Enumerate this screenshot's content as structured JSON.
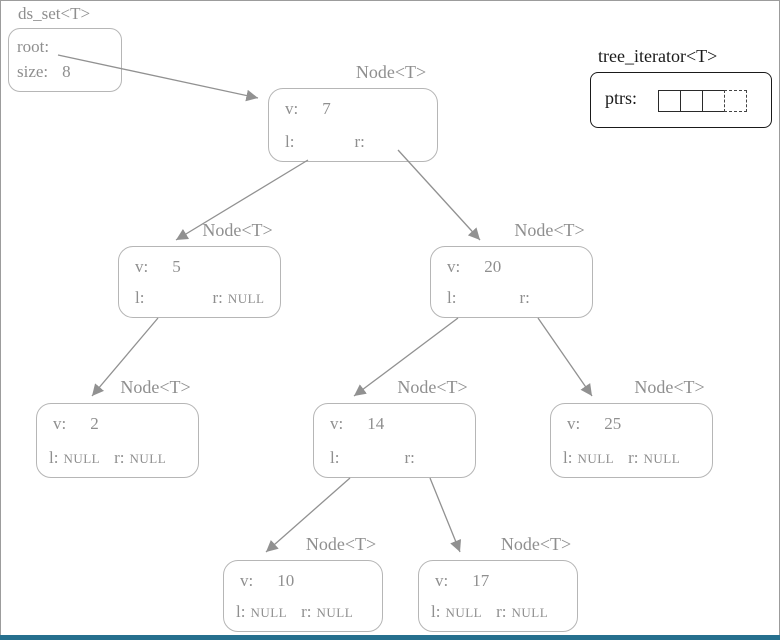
{
  "ds_set": {
    "title": "ds_set<T>",
    "root_label": "root:",
    "size_label": "size:",
    "size_value": "8"
  },
  "iterator": {
    "title": "tree_iterator<T>",
    "ptrs_label": "ptrs:",
    "cell_count": 4
  },
  "node_title": "Node<T>",
  "labels": {
    "v": "v:",
    "l": "l:",
    "r": "r:",
    "null_text": "NULL"
  },
  "nodes": [
    {
      "value": "7"
    },
    {
      "value": "5"
    },
    {
      "value": "20"
    },
    {
      "value": "2"
    },
    {
      "value": "14"
    },
    {
      "value": "25"
    },
    {
      "value": "10"
    },
    {
      "value": "17"
    }
  ],
  "colors": {
    "node_border": "#b6b6b6",
    "text_gray": "#8f8f8f",
    "iterator_black": "#1a1a1a",
    "bottom_bar": "#26708e"
  }
}
